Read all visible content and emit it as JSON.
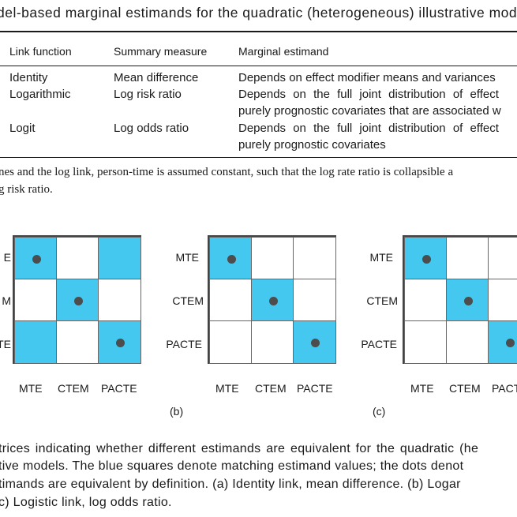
{
  "table": {
    "caption": "del-based marginal estimands for the quadratic (heterogeneous) illustrative mod",
    "headers": [
      "Link function",
      "Summary measure",
      "Marginal estimand"
    ],
    "rows": [
      [
        "Identity",
        "Mean difference",
        "Depends on effect modifier means and variances"
      ],
      [
        "Logarithmic",
        "Log risk ratio",
        "Depends on the full joint distribution of effect",
        "purely prognostic covariates that are associated w"
      ],
      [
        "Logit",
        "Log odds ratio",
        "Depends on the full joint distribution of effect",
        "purely prognostic covariates"
      ]
    ],
    "footnote": [
      "nes and the log link, person-time is assumed constant, such that the log rate ratio is collapsible a",
      "g risk ratio."
    ]
  },
  "figure": {
    "matrices": [
      {
        "row_labels": [
          "E",
          "M",
          "TE"
        ],
        "col_labels": [
          "MTE",
          "CTEM",
          "PACTE"
        ],
        "blue": [
          [
            true,
            false,
            true
          ],
          [
            false,
            true,
            false
          ],
          [
            true,
            false,
            true
          ]
        ],
        "dots": [
          [
            true,
            false,
            false
          ],
          [
            false,
            true,
            false
          ],
          [
            false,
            false,
            true
          ]
        ]
      },
      {
        "panel_label": "(b)",
        "row_labels": [
          "MTE",
          "CTEM",
          "PACTE"
        ],
        "col_labels": [
          "MTE",
          "CTEM",
          "PACTE"
        ],
        "blue": [
          [
            true,
            false,
            false
          ],
          [
            false,
            true,
            false
          ],
          [
            false,
            false,
            true
          ]
        ],
        "dots": [
          [
            true,
            false,
            false
          ],
          [
            false,
            true,
            false
          ],
          [
            false,
            false,
            true
          ]
        ]
      },
      {
        "panel_label": "(c)",
        "row_labels": [
          "MTE",
          "CTEM",
          "PACTE"
        ],
        "col_labels": [
          "MTE",
          "CTEM",
          "PACT"
        ],
        "blue": [
          [
            true,
            false,
            false
          ],
          [
            false,
            true,
            false
          ],
          [
            false,
            false,
            true
          ]
        ],
        "dots": [
          [
            true,
            false,
            false
          ],
          [
            false,
            true,
            false
          ],
          [
            false,
            false,
            true
          ]
        ]
      }
    ],
    "caption": [
      "trices indicating whether different estimands are equivalent for the quadratic (he",
      "tive models. The blue squares denote matching estimand values; the dots denot",
      "timands are equivalent by definition. (a) Identity link, mean difference. (b) Logar",
      "c) Logistic link, log odds ratio."
    ]
  }
}
